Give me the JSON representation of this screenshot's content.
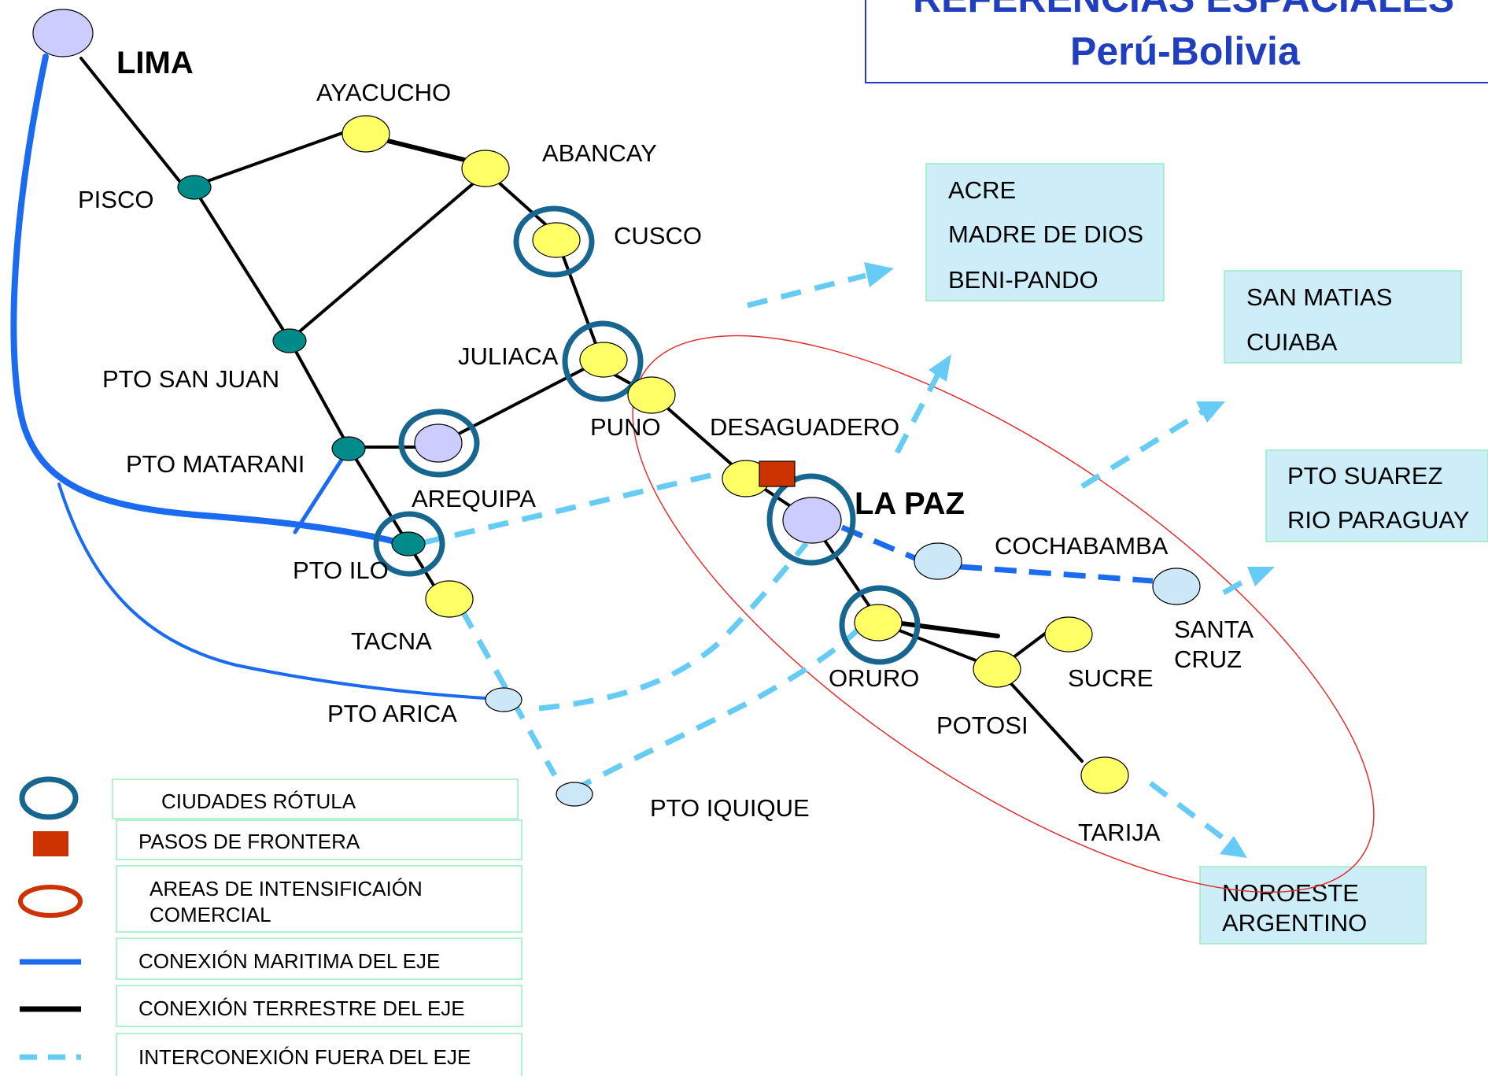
{
  "title": {
    "line1": "REFERENCIAS ESPACIALES",
    "line2": "Perú-Bolivia"
  },
  "cities": {
    "lima": "LIMA",
    "ayacucho": "AYACUCHO",
    "abancay": "ABANCAY",
    "pisco": "PISCO",
    "cusco": "CUSCO",
    "pto_san_juan": "PTO SAN JUAN",
    "juliaca": "JULIACA",
    "puno": "PUNO",
    "desaguadero": "DESAGUADERO",
    "pto_matarani": "PTO MATARANI",
    "arequipa": "AREQUIPA",
    "la_paz": "LA PAZ",
    "pto_ilo": "PTO ILO",
    "cochabamba": "COCHABAMBA",
    "tacna": "TACNA",
    "santa_cruz_1": "SANTA",
    "santa_cruz_2": "CRUZ",
    "oruro": "ORURO",
    "sucre": "SUCRE",
    "potosi": "POTOSI",
    "pto_arica": "PTO ARICA",
    "pto_iquique": "PTO IQUIQUE",
    "tarija": "TARIJA"
  },
  "regions": {
    "box1": [
      "ACRE",
      "MADRE DE DIOS",
      "BENI-PANDO"
    ],
    "box2": [
      "SAN MATIAS",
      "CUIABA"
    ],
    "box3": [
      "PTO  SUAREZ",
      "RIO PARAGUAY"
    ],
    "box4": [
      "NOROESTE",
      "ARGENTINO"
    ]
  },
  "legend": {
    "hub_cities": "CIUDADES RÓTULA",
    "border_crossings": "PASOS DE FRONTERA",
    "areas_1": "AREAS DE INTENSIFICAIÓN",
    "areas_2": "COMERCIAL",
    "maritime": "CONEXIÓN MARITIMA DEL EJE",
    "land": "CONEXIÓN TERRESTRE DEL EJE",
    "interconnection": "INTERCONEXIÓN FUERA DEL EJE"
  },
  "colors": {
    "maritime_line": "#1a6bef",
    "land_line": "#000000",
    "interconnection_line": "#66ccf5",
    "hub_ring": "#17668f",
    "yellow_node": "#ffff66",
    "lavender_node": "#ccccff",
    "teal_node": "#008b8b",
    "light_blue_node": "#cce8f8",
    "border_marker": "#cc3300",
    "area_ellipse": "#e03030",
    "region_box": "#cdeef8",
    "legend_border": "#99eebb",
    "title_text": "#1f3fbf"
  }
}
